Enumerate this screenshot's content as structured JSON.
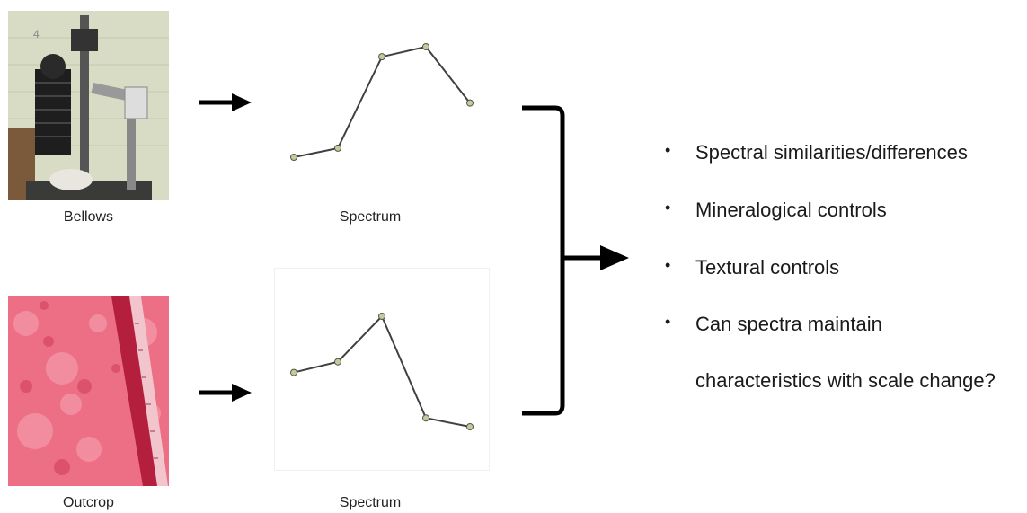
{
  "panels": [
    {
      "photo_icon": "camera-bellows-photo",
      "photo_caption": "Bellows",
      "spectrum_caption": "Spectrum",
      "spectrum_points": [
        [
          0,
          0.0
        ],
        [
          1,
          0.09
        ],
        [
          2,
          1.0
        ],
        [
          3,
          1.1
        ],
        [
          4,
          0.54
        ]
      ]
    },
    {
      "photo_icon": "red-rock-outcrop-photo",
      "photo_caption": "Outcrop",
      "spectrum_caption": "Spectrum",
      "spectrum_points": [
        [
          0,
          0.42
        ],
        [
          1,
          0.53
        ],
        [
          2,
          1.0
        ],
        [
          3,
          -0.05
        ],
        [
          4,
          -0.14
        ]
      ]
    }
  ],
  "bullets": [
    "Spectral similarities/differences",
    "Mineralogical controls",
    "Textural controls",
    "Can spectra maintain",
    "characteristics with scale change?"
  ],
  "bullet_glyph": "•",
  "colors": {
    "line": "#404040",
    "marker_fill": "#c8c8a0",
    "marker_stroke": "#555544",
    "arrow": "#000000",
    "outcrop": "#e8506a"
  }
}
